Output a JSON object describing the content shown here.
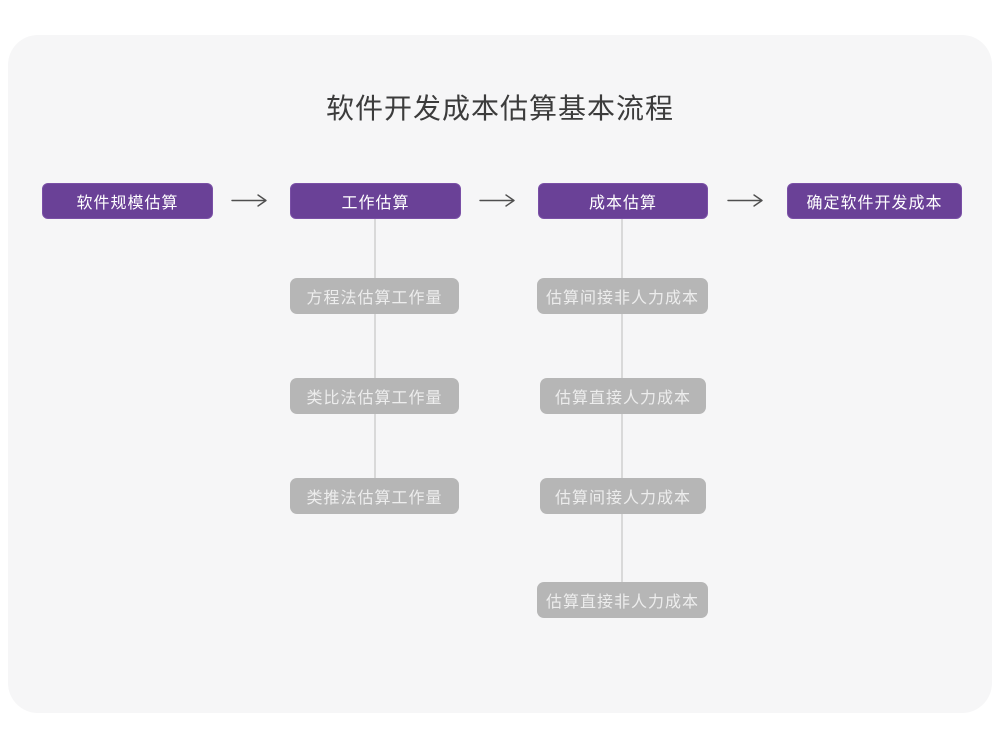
{
  "diagram": {
    "title": "软件开发成本估算基本流程",
    "main_steps": [
      {
        "label": "软件规模估算"
      },
      {
        "label": "工作估算"
      },
      {
        "label": "成本估算"
      },
      {
        "label": "确定软件开发成本"
      }
    ],
    "work_estimation_methods": [
      {
        "label": "方程法估算工作量"
      },
      {
        "label": "类比法估算工作量"
      },
      {
        "label": "类推法估算工作量"
      }
    ],
    "cost_estimation_steps": [
      {
        "label": "估算间接非人力成本"
      },
      {
        "label": "估算直接人力成本"
      },
      {
        "label": "估算间接人力成本"
      },
      {
        "label": "估算直接非人力成本"
      }
    ],
    "colors": {
      "accent_purple": "#6a4197",
      "sub_node_gray": "#b6b6b6",
      "connector_gray": "#d9d9d9",
      "arrow_gray": "#4f4f4f",
      "card_background": "#f6f6f7",
      "title_text": "#3c3c3c"
    }
  }
}
